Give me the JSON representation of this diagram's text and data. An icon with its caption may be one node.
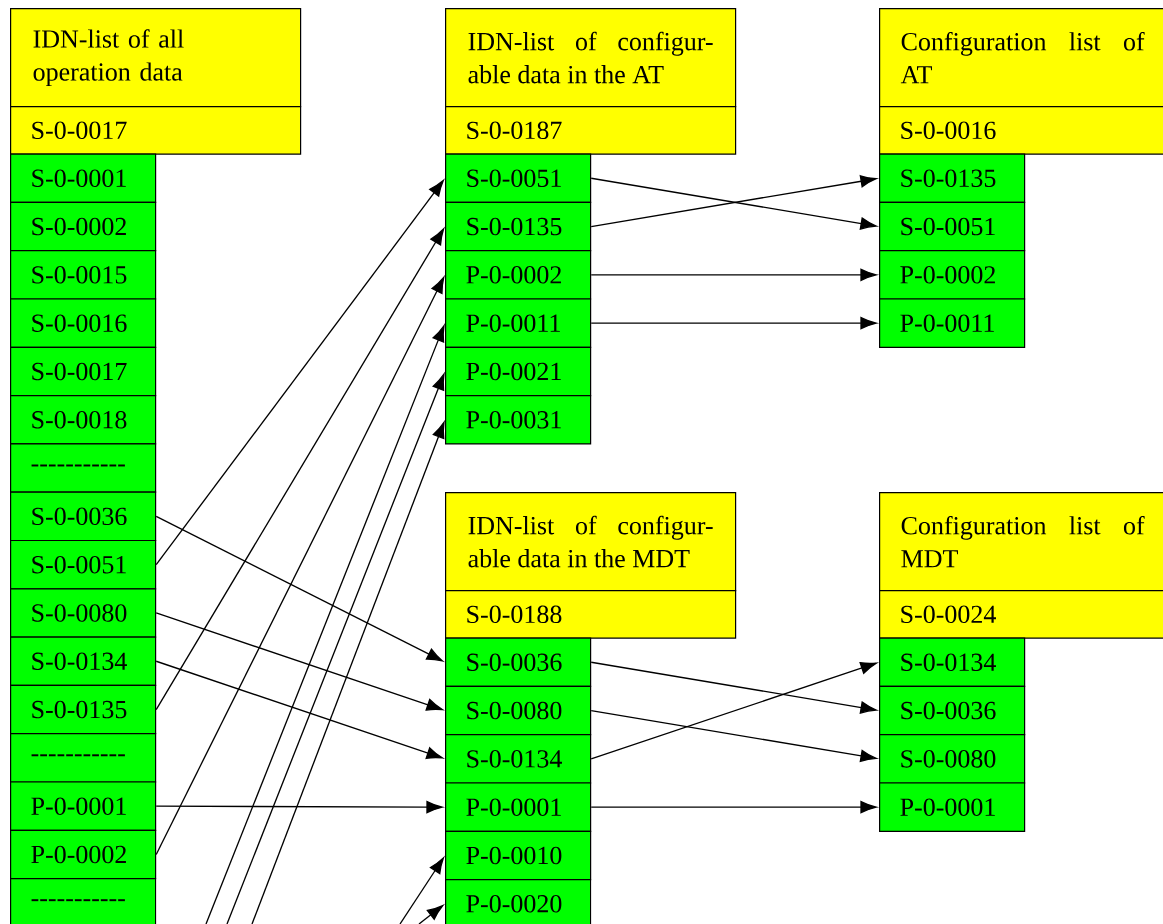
{
  "diagram": {
    "nodes": [
      {
        "text": [
          "IDN-list of all operation data"
        ]
      },
      {
        "text": [
          "S-0-0017"
        ]
      },
      {
        "text": [
          "S-0-0001"
        ]
      },
      {
        "text": [
          "S-0-0002"
        ]
      },
      {
        "text": [
          "S-0-0015"
        ]
      },
      {
        "text": [
          "S-0-0016"
        ]
      },
      {
        "text": [
          "S-0-0017"
        ]
      },
      {
        "text": [
          "S-0-0018"
        ]
      },
      {
        "text": [
          "-----------"
        ]
      },
      {
        "text": [
          "S-0-0036"
        ]
      },
      {
        "text": [
          "S-0-0051"
        ]
      },
      {
        "text": [
          "S-0-0080"
        ]
      },
      {
        "text": [
          "S-0-0134"
        ]
      },
      {
        "text": [
          "S-0-0135"
        ]
      },
      {
        "text": [
          "-----------"
        ]
      },
      {
        "text": [
          "P-0-0001"
        ]
      },
      {
        "text": [
          "P-0-0002"
        ]
      },
      {
        "text": [
          "-----------"
        ]
      },
      {
        "text": [
          "IDN-list of configur- able data in the AT"
        ]
      },
      {
        "text": [
          "S-0-0187"
        ]
      },
      {
        "text": [
          "S-0-0051"
        ]
      },
      {
        "text": [
          "S-0-0135"
        ]
      },
      {
        "text": [
          "P-0-0002"
        ]
      },
      {
        "text": [
          "P-0-0011"
        ]
      },
      {
        "text": [
          "P-0-0021"
        ]
      },
      {
        "text": [
          "P-0-0031"
        ]
      },
      {
        "text": [
          "Configuration list of AT"
        ]
      },
      {
        "text": [
          "S-0-0016"
        ]
      },
      {
        "text": [
          "S-0-0135"
        ]
      },
      {
        "text": [
          "S-0-0051"
        ]
      },
      {
        "text": [
          "P-0-0002"
        ]
      },
      {
        "text": [
          "P-0-0011"
        ]
      },
      {
        "text": [
          "IDN-list of configur- able data in the MDT"
        ]
      },
      {
        "text": [
          "S-0-0188"
        ]
      },
      {
        "text": [
          "S-0-0036"
        ]
      },
      {
        "text": [
          "S-0-0080"
        ]
      },
      {
        "text": [
          "S-0-0134"
        ]
      },
      {
        "text": [
          "P-0-0001"
        ]
      },
      {
        "text": [
          "P-0-0010"
        ]
      },
      {
        "text": [
          "P-0-0020"
        ]
      },
      {
        "text": [
          "Configuration list of MDT"
        ]
      },
      {
        "text": [
          "S-0-0024"
        ]
      },
      {
        "text": [
          "S-0-0134"
        ]
      },
      {
        "text": [
          "S-0-0036"
        ]
      },
      {
        "text": [
          "S-0-0080"
        ]
      },
      {
        "text": [
          "P-0-0001"
        ]
      }
    ],
    "edges": [
      {
        "from": 10,
        "to": 20,
        "arrow": "to"
      },
      {
        "from": 13,
        "to": 21,
        "arrow": "to"
      },
      {
        "from": 16,
        "to": 22,
        "arrow": "to"
      },
      {
        "from": null,
        "to": 23,
        "arrow": "to"
      },
      {
        "from": null,
        "to": 24,
        "arrow": "to"
      },
      {
        "from": null,
        "to": 25,
        "arrow": "to"
      },
      {
        "from": 9,
        "to": 34,
        "arrow": "to"
      },
      {
        "from": 11,
        "to": 35,
        "arrow": "to"
      },
      {
        "from": 12,
        "to": 36,
        "arrow": "to"
      },
      {
        "from": 15,
        "to": 37,
        "arrow": "to"
      },
      {
        "from": null,
        "to": 38,
        "arrow": "to"
      },
      {
        "from": null,
        "to": 39,
        "arrow": "to"
      },
      {
        "from": 20,
        "to": 29,
        "arrow": "to"
      },
      {
        "from": 21,
        "to": 28,
        "arrow": "to"
      },
      {
        "from": 22,
        "to": 30,
        "arrow": "to"
      },
      {
        "from": 23,
        "to": 31,
        "arrow": "to"
      },
      {
        "from": 34,
        "to": 43,
        "arrow": "to"
      },
      {
        "from": 35,
        "to": 44,
        "arrow": "to"
      },
      {
        "from": 36,
        "to": 42,
        "arrow": "to"
      },
      {
        "from": 37,
        "to": 45,
        "arrow": "to"
      }
    ]
  }
}
